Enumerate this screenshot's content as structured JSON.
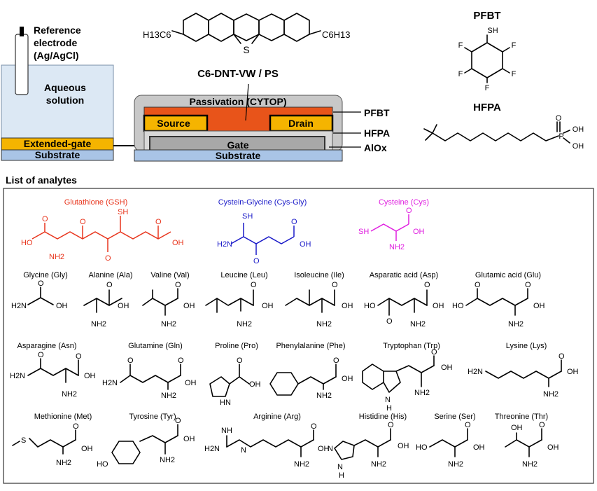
{
  "device": {
    "reference_electrode": [
      "Reference",
      "electrode",
      "(Ag/AgCl)"
    ],
    "aqueous_solution": [
      "Aqueous",
      "solution"
    ],
    "extended_gate": "Extended-gate",
    "substrate_left": "Substrate",
    "semiconductor_label": "C6-DNT-VW / PS",
    "core_substituent_left": "H13C6",
    "core_substituent_right": "C6H13",
    "core_heteroatom": "S",
    "passivation": "Passivation (CYTOP)",
    "source": "Source",
    "drain": "Drain",
    "gate": "Gate",
    "substrate_right": "Substrate",
    "side_labels": [
      "PFBT",
      "HFPA",
      "AlOx"
    ],
    "colors": {
      "solution": "#dce8f4",
      "gold": "#f5b400",
      "substrate": "#a9c4e6",
      "semiconductor": "#e8541a",
      "passivation": "#c8c8c8"
    }
  },
  "pfbt": {
    "title": "PFBT",
    "sh": "SH",
    "f": "F"
  },
  "hfpa": {
    "title": "HFPA",
    "p": "P",
    "o": "O",
    "oh": "OH"
  },
  "analytes": {
    "title": "List of analytes",
    "tripeptides": [
      {
        "name": "Glutathione (GSH)",
        "color": "#e8341c"
      },
      {
        "name": "Cystein-Glycine (Cys-Gly)",
        "color": "#1a1ac8"
      },
      {
        "name": "Cysteine (Cys)",
        "color": "#e020e0"
      }
    ],
    "amino_acids": [
      "Glycine (Gly)",
      "Alanine (Ala)",
      "Valine (Val)",
      "Leucine (Leu)",
      "Isoleucine (Ile)",
      "Asparatic acid (Asp)",
      "Glutamic acid (Glu)",
      "Asparagine (Asn)",
      "Glutamine (Gln)",
      "Proline (Pro)",
      "Phenylalanine (Phe)",
      "Tryptophan (Trp)",
      "Lysine (Lys)",
      "Methionine (Met)",
      "Tyrosine (Tyr)",
      "Arginine (Arg)",
      "Histidine (His)",
      "Serine (Ser)",
      "Threonine (Thr)"
    ],
    "atoms": {
      "oh": "OH",
      "ho": "HO",
      "nh2": "NH2",
      "h2n": "H2N",
      "o": "O",
      "sh": "SH",
      "s": "S",
      "nh": "NH",
      "hn": "HN",
      "n": "N",
      "h": "H",
      "ho_phenol": "HO"
    }
  }
}
